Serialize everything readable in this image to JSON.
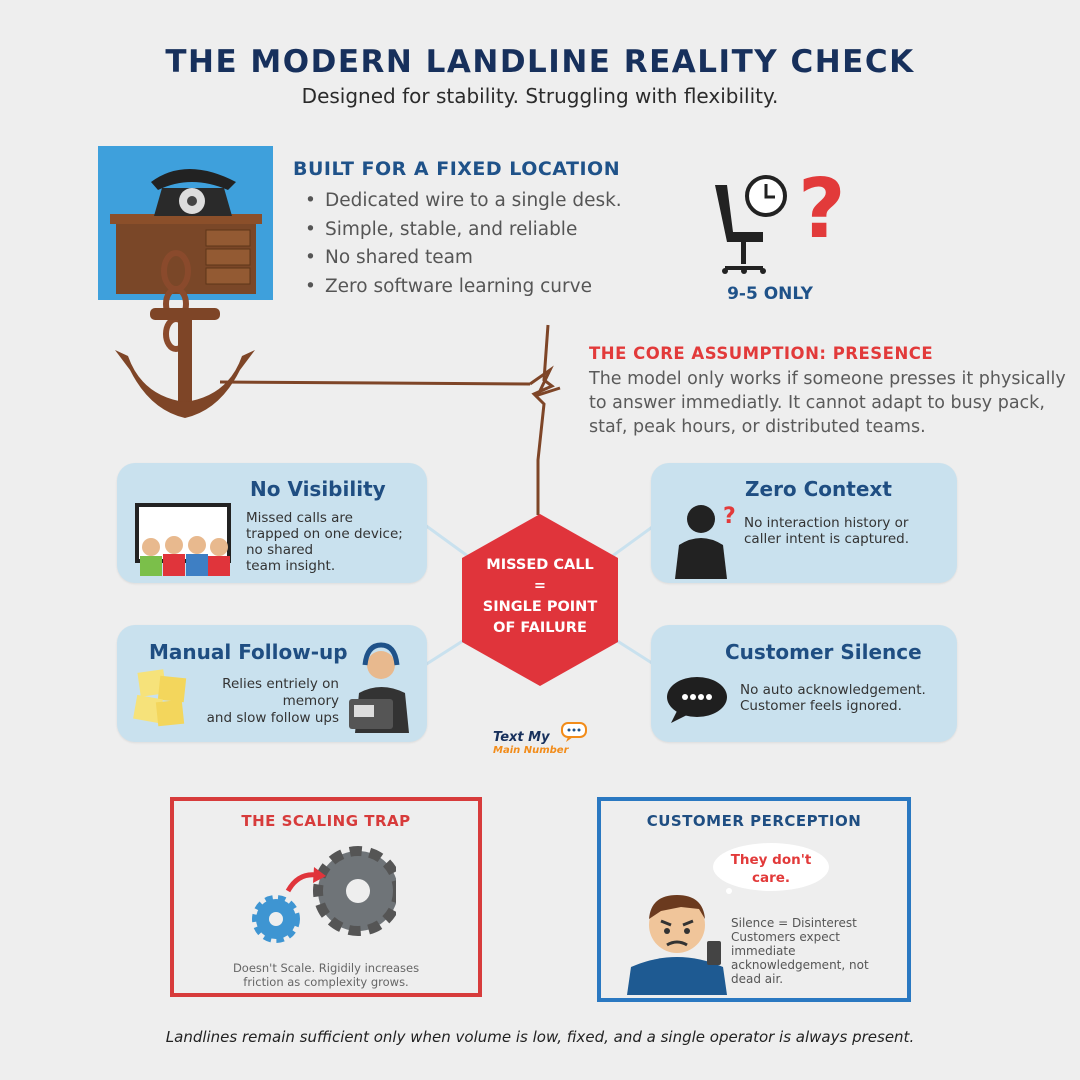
{
  "header": {
    "title": "THE MODERN LANDLINE REALITY CHECK",
    "subtitle": "Designed for stability. Struggling with flexibility."
  },
  "fixed_location": {
    "heading": "BUILT FOR A FIXED LOCATION",
    "bullets": [
      "Dedicated wire to a single desk.",
      "Simple, stable, and reliable",
      "No shared team",
      "Zero software learning curve"
    ]
  },
  "hours": {
    "label": "9-5 ONLY",
    "question_mark": "?"
  },
  "core_assumption": {
    "heading": "THE CORE ASSUMPTION: PRESENCE",
    "body": "The model only works if someone presses it physically to answer immediatly. It cannot adapt to busy pack, staf, peak hours, or distributed teams."
  },
  "hub": {
    "line1": "MISSED CALL",
    "line2": "=",
    "line3": "SINGLE POINT",
    "line4": "OF FAILURE"
  },
  "cards": {
    "no_visibility": {
      "title": "No Visibility",
      "text": [
        "Missed calls are",
        "trapped on one device;",
        "no shared",
        "team insight."
      ]
    },
    "zero_context": {
      "title": "Zero Context",
      "text": [
        "No interaction history or",
        "caller intent is captured."
      ]
    },
    "manual_followup": {
      "title": "Manual Follow-up",
      "text": [
        "Relies entriely on",
        "memory",
        "and slow follow ups"
      ]
    },
    "customer_silence": {
      "title": "Customer Silence",
      "text": [
        "No auto acknowledgement.",
        "Customer feels ignored."
      ]
    }
  },
  "brand": {
    "line1": "Text My",
    "line2": "Main Number"
  },
  "scaling_trap": {
    "title": "THE SCALING TRAP",
    "text": [
      "Doesn't Scale. Rigidily increases",
      "friction as complexity grows."
    ]
  },
  "customer_perception": {
    "title": "CUSTOMER PERCEPTION",
    "bubble": [
      "They don't",
      "care."
    ],
    "text": [
      "Silence = Disinterest",
      "Customers expect",
      "immediate",
      "acknowledgement, not",
      "dead air."
    ]
  },
  "footer": "Landlines remain sufficient only when volume is low, fixed, and a single operator is always present.",
  "colors": {
    "navy": "#17305c",
    "blue": "#1f5289",
    "red": "#e23a3a",
    "card_bg": "#c9e1ee",
    "hex_red": "#e0343b",
    "brand_orange": "#f28c1a"
  },
  "icons": [
    "telephone-desk-icon",
    "anchor-icon",
    "office-chair-icon",
    "clock-icon",
    "question-mark-icon",
    "team-icon",
    "silhouette-caller-icon",
    "sticky-notes-icon",
    "headset-agent-icon",
    "chat-bubble-icon",
    "gears-icon",
    "frustrated-customer-icon"
  ]
}
